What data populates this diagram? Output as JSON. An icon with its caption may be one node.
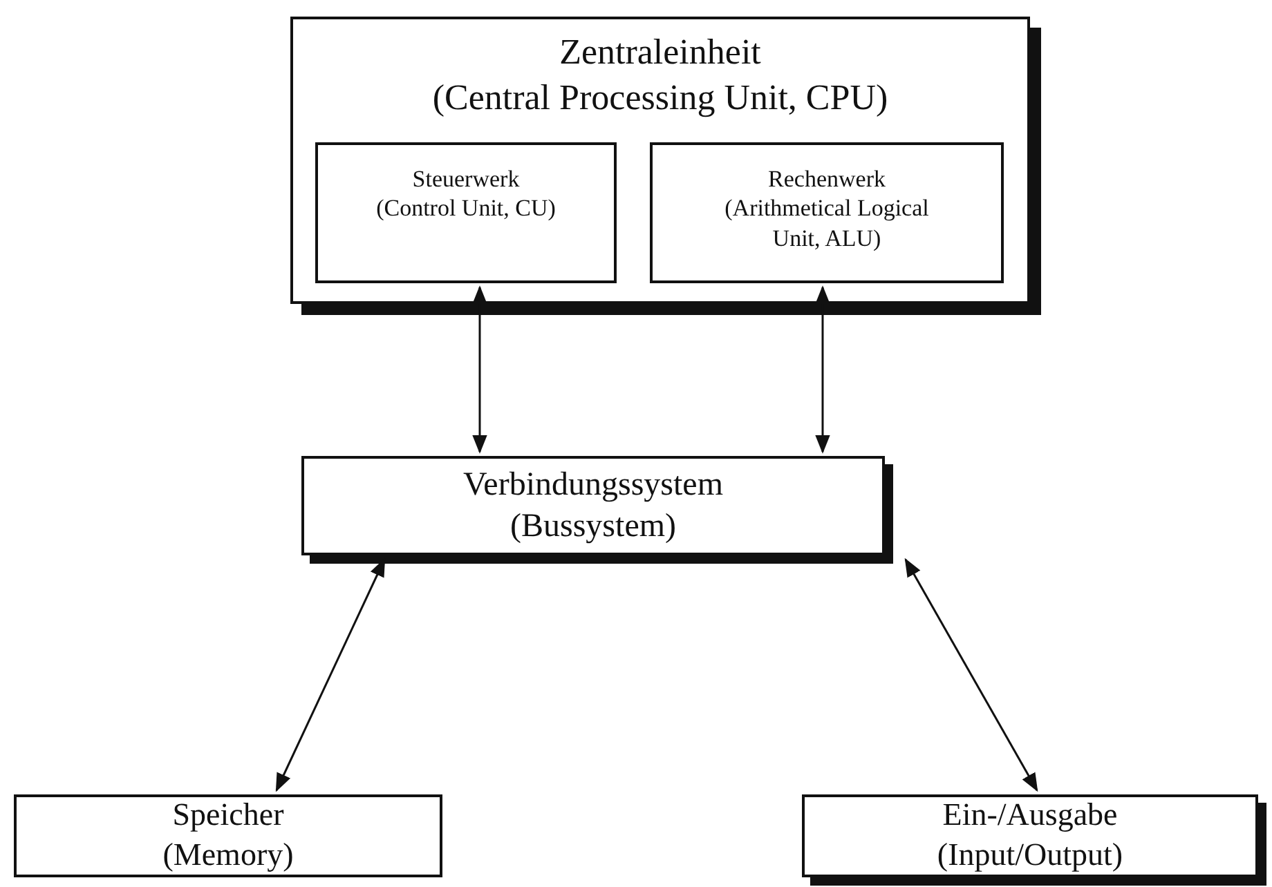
{
  "diagram": {
    "nodes": [
      {
        "text": [
          "Zentraleinheit",
          "(Central Processing Unit, CPU)"
        ]
      },
      {
        "text": [
          "Steuerwerk",
          "(Control Unit, CU)"
        ],
        "in": 0
      },
      {
        "text": [
          "Rechenwerk",
          "(Arithmetical Logical Unit, ALU)"
        ],
        "in": 0
      },
      {
        "text": [
          "Verbindungssystem",
          "(Bussystem)"
        ]
      },
      {
        "text": [
          "Speicher",
          "(Memory)"
        ]
      },
      {
        "text": [
          "Ein-/Ausgabe",
          "(Input/Output)"
        ]
      }
    ],
    "edges": [
      {
        "from": 1,
        "to": 3,
        "arrow": "both"
      },
      {
        "from": 2,
        "to": 3,
        "arrow": "both"
      },
      {
        "from": 3,
        "to": 4,
        "arrow": "both"
      },
      {
        "from": 3,
        "to": 5,
        "arrow": "both"
      }
    ]
  }
}
